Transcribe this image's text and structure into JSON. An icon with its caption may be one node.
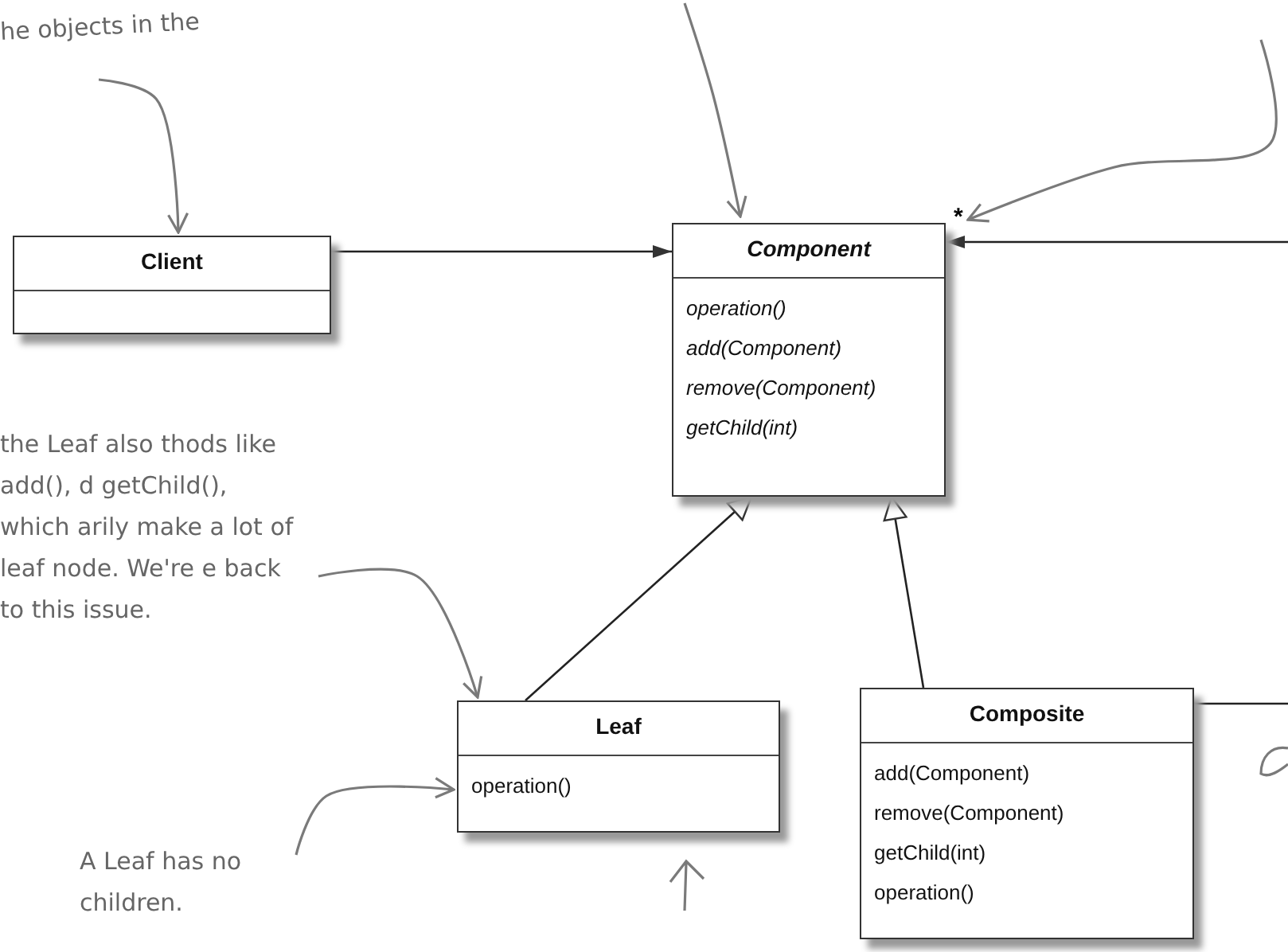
{
  "diagram": {
    "nodes": [
      {
        "text": [
          "Client"
        ]
      },
      {
        "text": [
          "Component",
          "operation()",
          "add(Component)",
          "remove(Component)",
          "getChild(int)"
        ]
      },
      {
        "text": [
          "Leaf",
          "operation()"
        ]
      },
      {
        "text": [
          "Composite",
          "add(Component)",
          "remove(Component)",
          "getChild(int)",
          "operation()"
        ]
      },
      {
        "text": [
          "he objects in the"
        ]
      },
      {
        "text": [
          "the Leaf also thods like add(), d getChild(), which arily make a lot of leaf node. We're e back to this issue."
        ]
      },
      {
        "text": [
          "A Leaf has no children."
        ]
      }
    ],
    "edges": [
      {
        "from": 0,
        "to": 1,
        "arrow": "to"
      },
      {
        "from": 3,
        "to": 1,
        "arrow": "to",
        "label": "*"
      },
      {
        "from": 2,
        "to": 1,
        "arrow": "to"
      },
      {
        "from": 3,
        "to": 1,
        "arrow": "to"
      },
      {
        "from": 4,
        "to": 0,
        "arrow": "to",
        "color": "#7a7a7a"
      },
      {
        "from": 5,
        "to": 2,
        "arrow": "to",
        "color": "#7a7a7a"
      },
      {
        "from": 6,
        "to": 2,
        "arrow": "to",
        "color": "#7a7a7a"
      },
      {
        "from": null,
        "to": 1,
        "arrow": "to",
        "color": "#7a7a7a"
      },
      {
        "from": null,
        "to": 1,
        "arrow": "to",
        "color": "#7a7a7a"
      }
    ]
  }
}
